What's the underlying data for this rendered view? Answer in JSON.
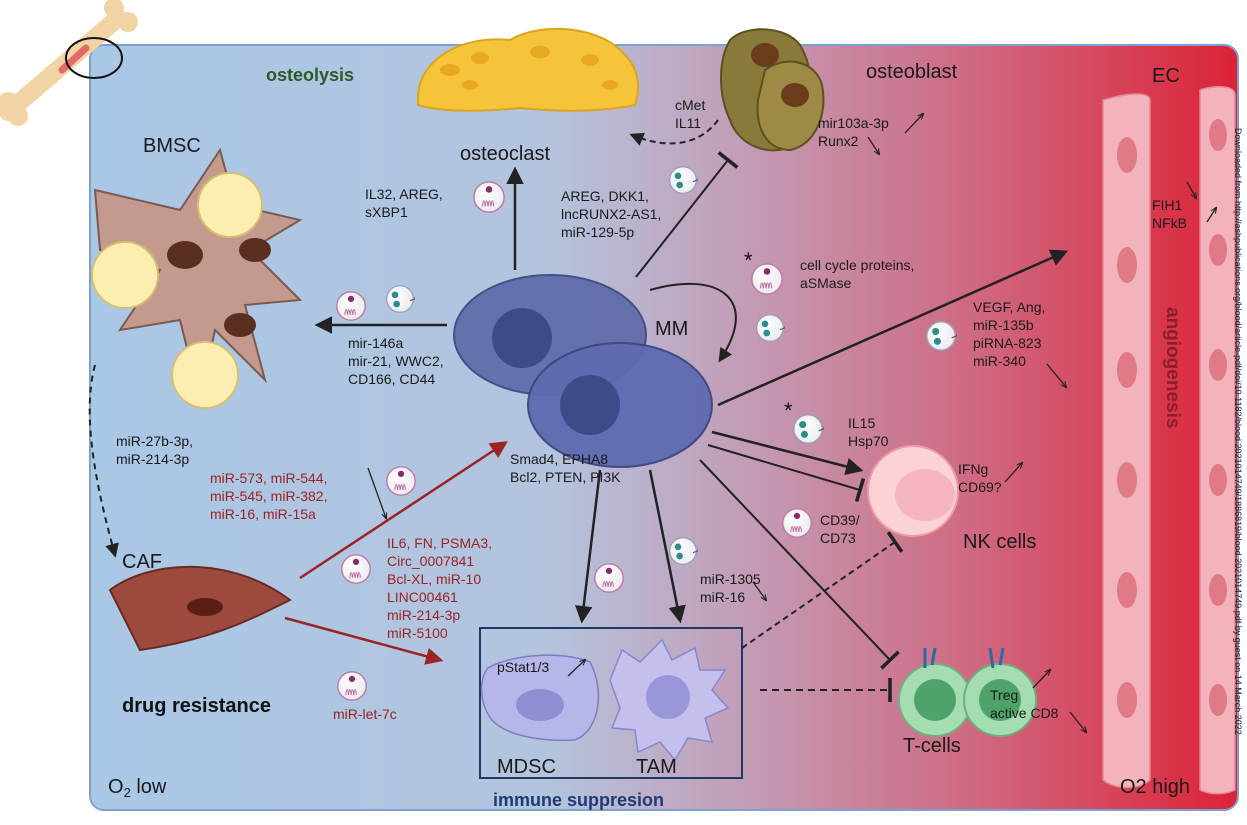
{
  "colors": {
    "blue_zone": "#a8c6e4",
    "red_zone": "#d8243a",
    "mirna_red": "#9b2323",
    "dark_green": "#2e5a2a",
    "navy": "#1f3b73",
    "angio_red": "#8b1e2a"
  },
  "headings": {
    "osteolysis": "osteolysis",
    "osteoclast": "osteoclast",
    "osteoblast": "osteoblast",
    "ec": "EC",
    "bmsc": "BMSC",
    "mm": "MM",
    "caf": "CAF",
    "drug_resistance": "drug resistance",
    "nk_cells": "NK cells",
    "t_cells": "T-cells",
    "mdsc": "MDSC",
    "tam": "TAM",
    "immune_suppression": "immune suppresion",
    "angiogenesis": "angiogenesis",
    "o2_low_prefix": "O",
    "o2_low_sub": "2",
    "o2_low_suffix": " low",
    "o2_high": "O2 high"
  },
  "annotations": {
    "cmet": "cMet",
    "il11": "IL11",
    "mir103a": "mir103a-3p",
    "runx2": "Runx2",
    "il32_areg": "IL32, AREG,",
    "sxbp1": "sXBP1",
    "areg_dkk1": "AREG, DKK1,",
    "lncrunx2": "lncRUNX2-AS1,",
    "mir129": "miR-129-5p",
    "cell_cycle": "cell cycle proteins,",
    "asmase": "aSMase",
    "fih1": "FIH1",
    "nfkb": "NFkB",
    "mir146a": "mir-146a",
    "mir21": "mir-21, WWC2,",
    "cd166": "CD166, CD44",
    "vegf": "VEGF, Ang,",
    "mir135b": "miR-135b",
    "pirna823": "piRNA-823",
    "mir340": "miR-340",
    "il15": "IL15",
    "hsp70": "Hsp70",
    "smad4": "Smad4, EPHA8",
    "bcl2": "Bcl2, PTEN, PI3K",
    "ifng": "IFNg",
    "cd69": "CD69?",
    "cd39": "CD39/",
    "cd73": "CD73",
    "mir27b": "miR-27b-3p,",
    "mir214_bmsc": "miR-214-3p",
    "mir573": "miR-573, miR-544,",
    "mir545": "miR-545, miR-382,",
    "mir16": "miR-16, miR-15a",
    "il6": "IL6, FN, PSMA3,",
    "circ": "Circ_0007841",
    "bclxl": "Bcl-XL, miR-10",
    "linc": "LINC00461",
    "mir214_caf": "miR-214-3p",
    "mir5100": "miR-5100",
    "mir1305": "miR-1305",
    "mir16b": "miR-16",
    "pstat": "pStat1/3",
    "treg": "Treg",
    "activecd8": "active CD8",
    "mirlet7c": "miR-let-7c",
    "star1": "*",
    "star2": "*"
  },
  "watermark": "Downloaded from http://ashpublications.org/blood/article-pdf/doi/10.1182/blood.2021014749/1886819/blood.2021014749.pdf by guest on 14 March 2022"
}
